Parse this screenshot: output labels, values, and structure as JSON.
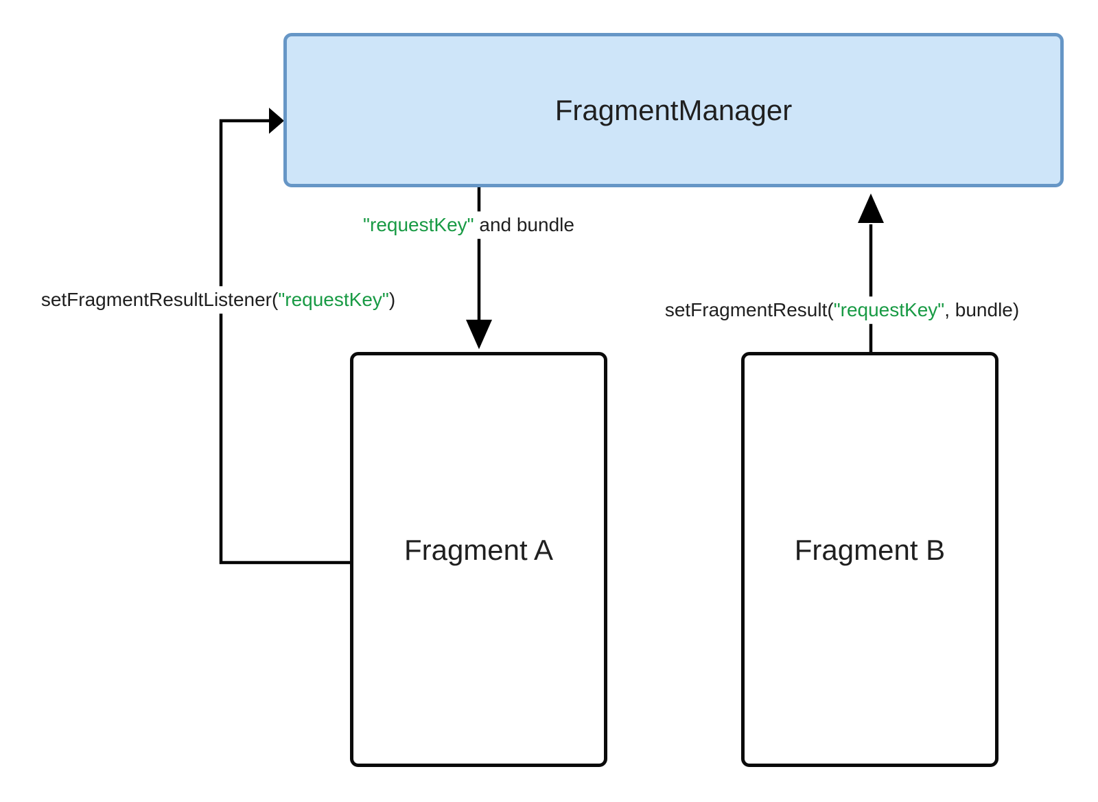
{
  "diagram": {
    "nodes": {
      "fragment_manager": {
        "label": "FragmentManager"
      },
      "fragment_a": {
        "label": "Fragment A"
      },
      "fragment_b": {
        "label": "Fragment B"
      }
    },
    "edge_labels": {
      "request_key_and_bundle": {
        "prefix": "",
        "key": "\"requestKey\"",
        "suffix": " and bundle"
      },
      "set_fragment_result_listener": {
        "prefix": "setFragmentResultListener(",
        "key": "\"requestKey\"",
        "suffix": ")"
      },
      "set_fragment_result": {
        "prefix": "setFragmentResult(",
        "key": "\"requestKey\"",
        "suffix": ", bundle)"
      }
    },
    "colors": {
      "key_green": "#189a44",
      "manager_fill": "#cee5f9",
      "manager_border": "#6696c6",
      "fragment_border": "#0b0b0b",
      "line": "#000000",
      "text": "#1f1f1f",
      "background": "#ffffff"
    }
  }
}
